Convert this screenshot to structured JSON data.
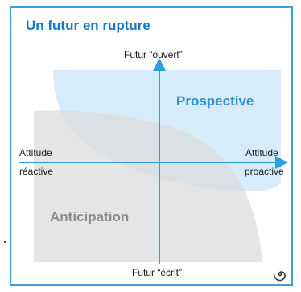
{
  "title": "Un futur en rupture",
  "axis": {
    "top": "Futur “ouvert”",
    "bottom": "Futur “écrit”",
    "left_line1": "Attitude",
    "left_line2": "réactive",
    "right_line1": "Attitude",
    "right_line2": "proactive"
  },
  "regions": {
    "prospective": "Prospective",
    "anticipation": "Anticipation"
  },
  "colors": {
    "title": "#1779c4",
    "frame_border": "#3c9fd6",
    "axis": "#2aa0e0",
    "prospective_fill": "#cfe9fa",
    "anticipation_fill": "#dcdcdc",
    "prospective_text": "#2f8fd6",
    "anticipation_text": "#8a8a8a"
  },
  "icons": {
    "corner": "spiral-icon"
  }
}
